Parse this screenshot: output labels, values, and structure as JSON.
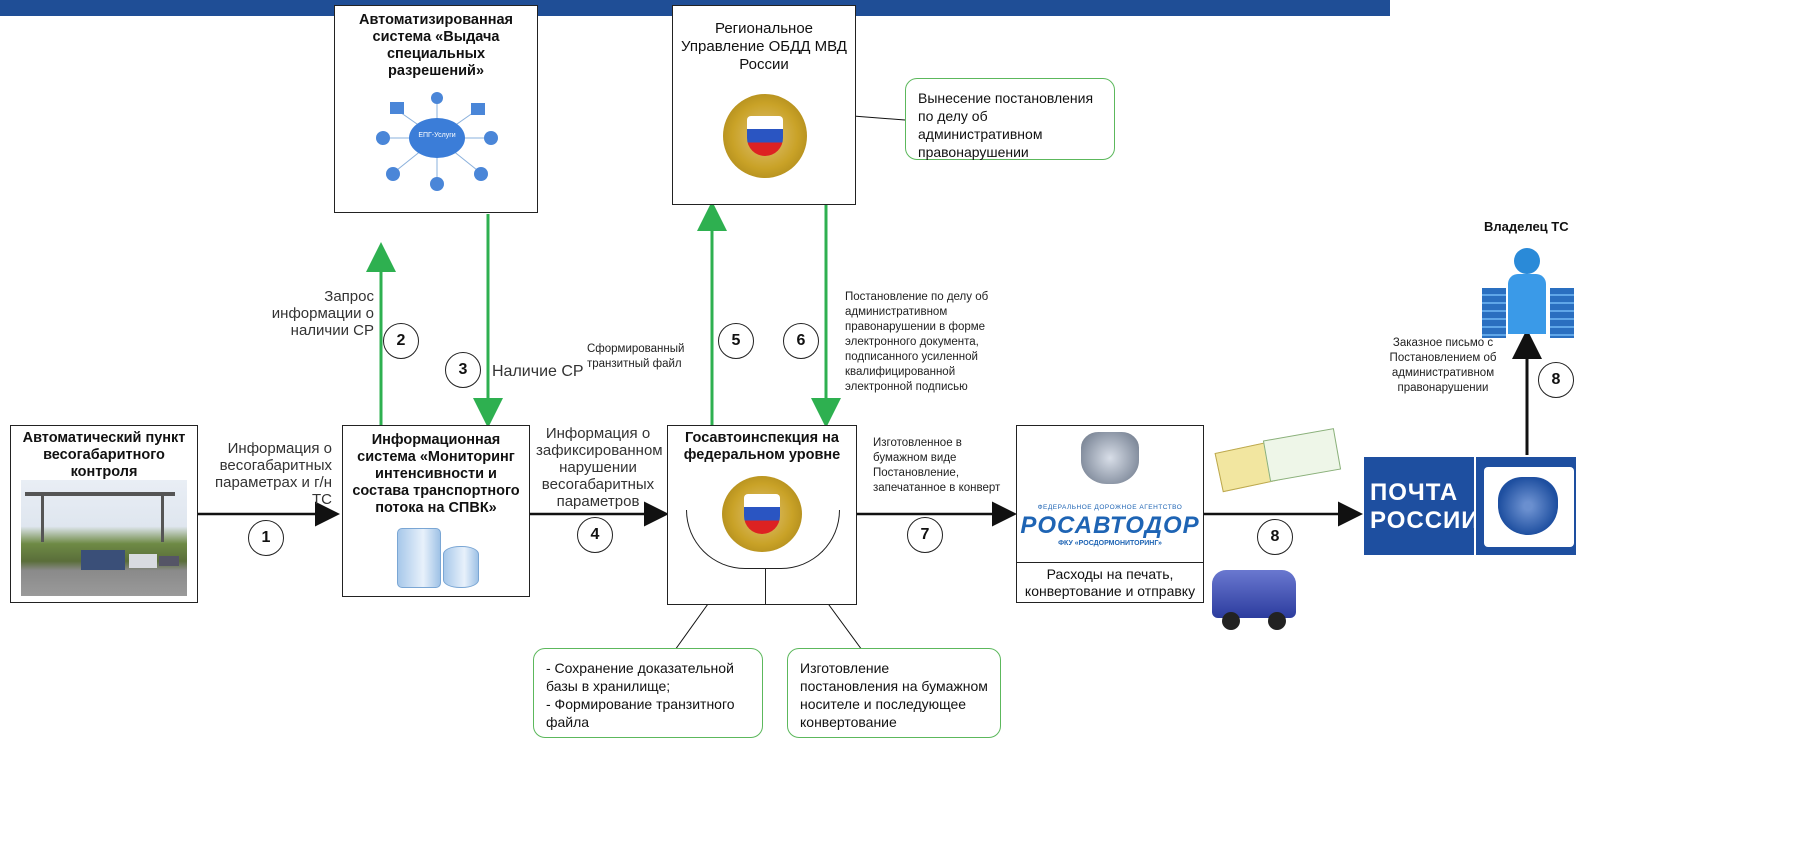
{
  "boxes": {
    "apvgk_title": "Автоматический пункт весогабаритного контроля",
    "asvsr_title": "Автоматизированная система «Выдача специальных разрешений»",
    "asvsr_hub": "ЕПГ-Услуги",
    "is_title": "Информационная система «Мониторинг интенсивности и состава транспортного потока на СПВК»",
    "regional_title": "Региональное Управление ОБДД МВД России",
    "gai_title": "Госавтоинспекция на федеральном уровне",
    "rosavtodor_caption": "Расходы на печать, конвертование и отправку",
    "rosavtodor_small": "ФЕДЕРАЛЬНОЕ ДОРОЖНОЕ АГЕНТСТВО",
    "rosavtodor_logo": "РОСАВТОДОР",
    "rosavtodor_sub": "ФКУ «РОСДОРМОНИТОРИНГ»",
    "pochta_line1": "ПОЧТА",
    "pochta_line2": "РОССИИ",
    "owner_title": "Владелец ТС"
  },
  "callouts": {
    "decision": "Вынесение постановления по делу об административном правонарушении",
    "storage": "- Сохранение доказательной базы в хранилище;\n- Формирование транзитного файла",
    "paper": "Изготовление постановления на бумажном носителе и последующее конвертование"
  },
  "labels": {
    "l1": "Информация о весогабаритных параметрах и г/н ТС",
    "l2": "Запрос информации о наличии СР",
    "l3": "Наличие СР",
    "l4": "Информация о зафиксированном нарушении весогабаритных параметров",
    "l5": "Сформированный транзитный файл",
    "l6": "Постановление по делу об административном правонарушении в форме электронного документа, подписанного усиленной квалифицированной электронной подписью",
    "l7": "Изготовленное в бумажном виде Постановление, запечатанное в конверт",
    "l8": "Заказное письмо с Постановлением об административном правонарушении"
  },
  "steps": [
    "1",
    "2",
    "3",
    "4",
    "5",
    "6",
    "7",
    "8",
    "8"
  ],
  "colors": {
    "green": "#2eb050",
    "topbar": "#1f4e96",
    "gold": "#c9a227",
    "blue": "#1e64b4"
  }
}
